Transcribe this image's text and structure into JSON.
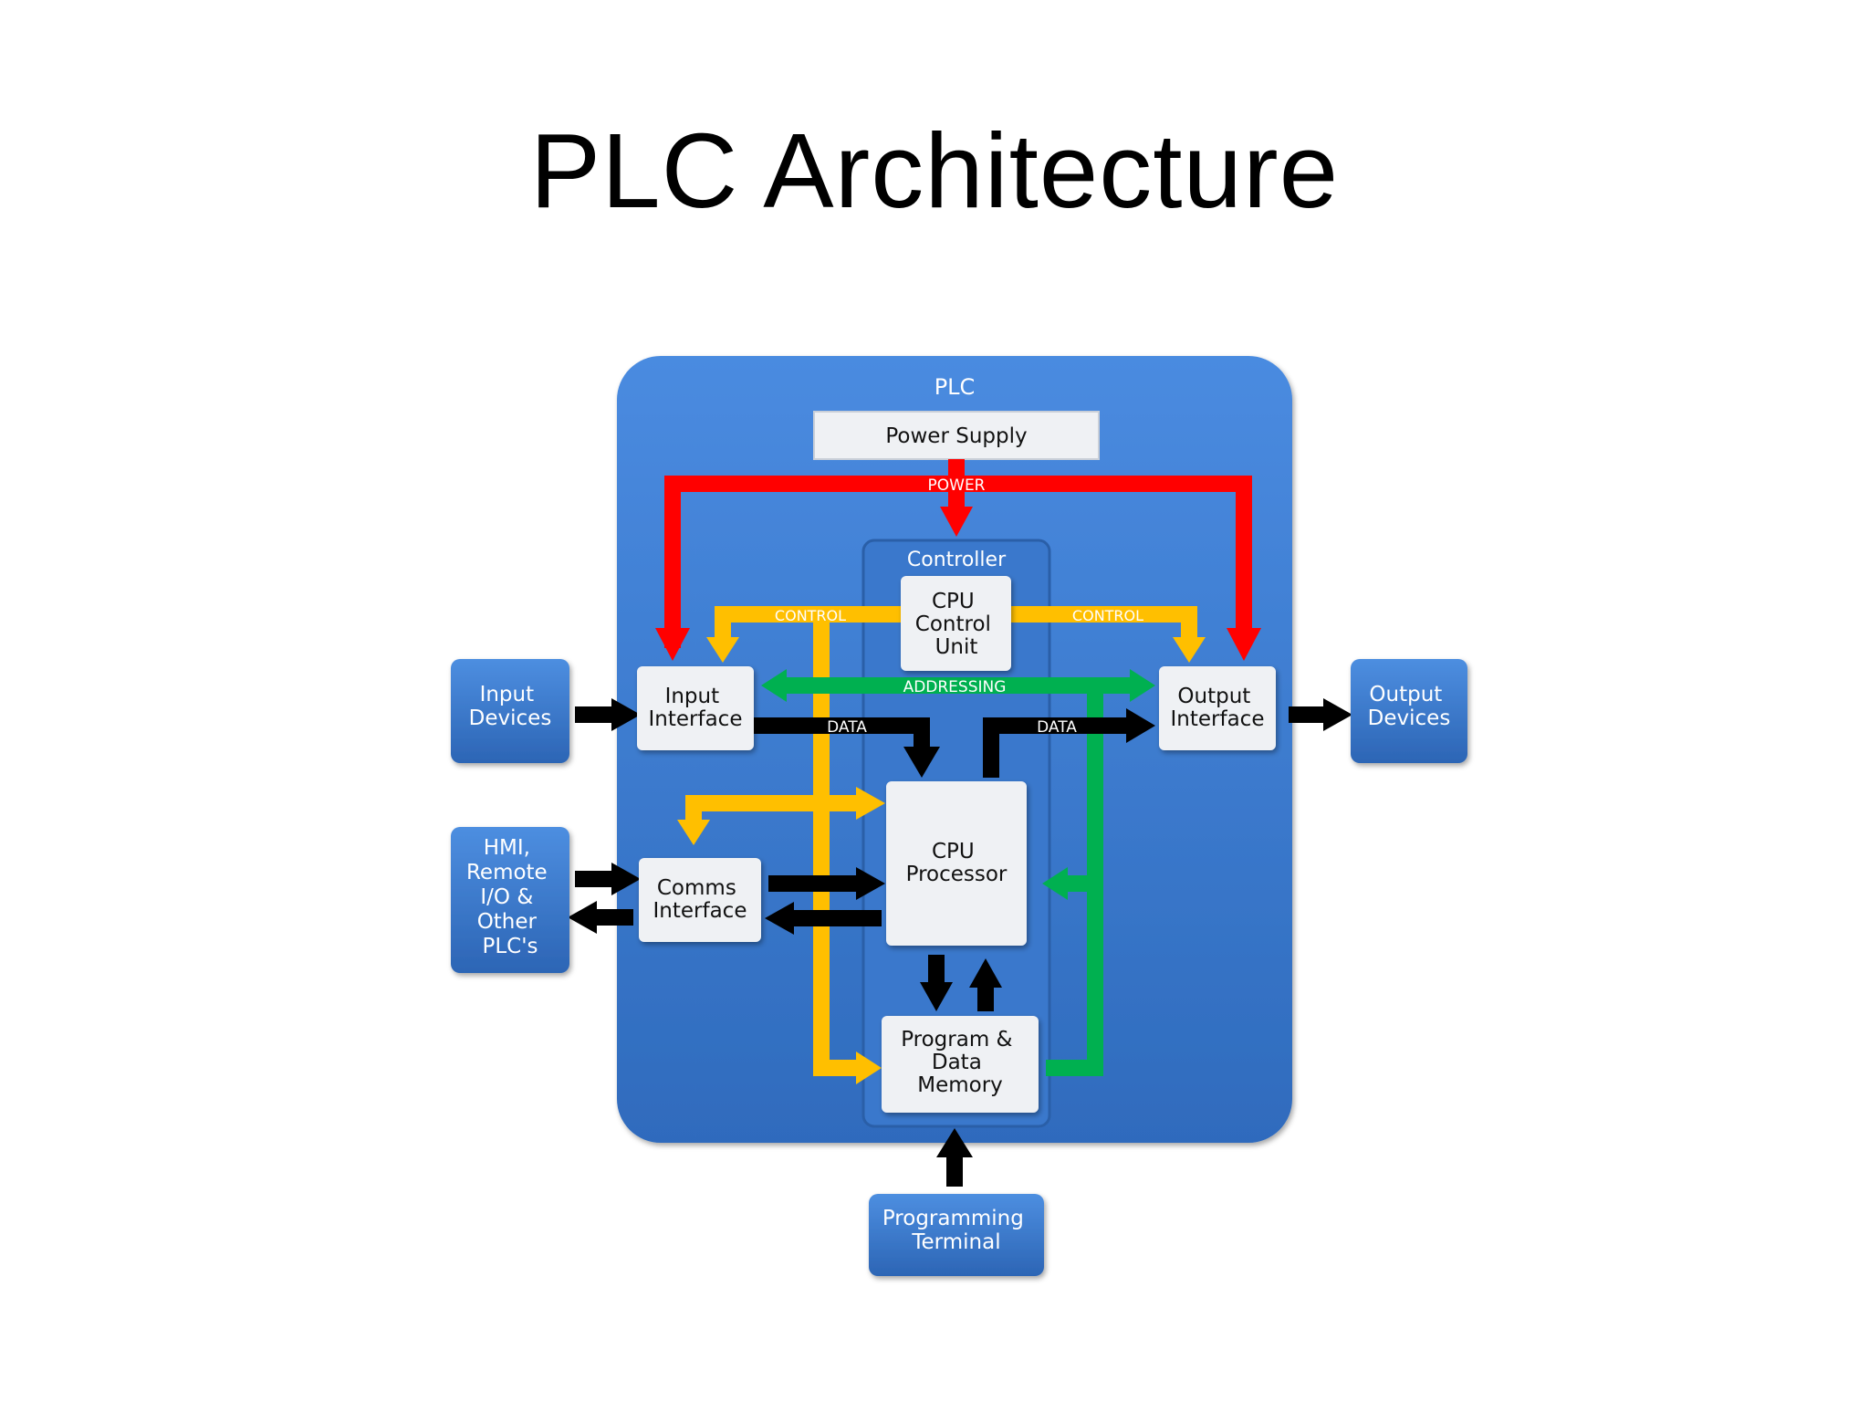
{
  "slide": {
    "title": "PLC Architecture"
  },
  "colors": {
    "plc_fill": "#3d7fd3",
    "box_fill": "#eff1f4",
    "power": "#ff0000",
    "control": "#ffbf00",
    "addressing": "#00b050",
    "data": "#000000"
  },
  "diagram": {
    "plc_label": "PLC",
    "power_supply": "Power Supply",
    "controller_label": "Controller",
    "cpu_control_unit": [
      "CPU",
      "Control",
      "Unit"
    ],
    "cpu_processor": [
      "CPU",
      "Processor"
    ],
    "program_memory": [
      "Program &",
      "Data",
      "Memory"
    ],
    "input_interface": [
      "Input",
      "Interface"
    ],
    "output_interface": [
      "Output",
      "Interface"
    ],
    "comms_interface": [
      "Comms",
      "Interface"
    ],
    "input_devices": [
      "Input",
      "Devices"
    ],
    "output_devices": [
      "Output",
      "Devices"
    ],
    "hmi": [
      "HMI,",
      "Remote",
      "I/O &",
      "Other",
      "PLC's"
    ],
    "programming_terminal": [
      "Programming",
      "Terminal"
    ],
    "power_label": "POWER",
    "control_left_label": "CONTROL",
    "control_right_label": "CONTROL",
    "addressing_label": "ADDRESSING",
    "data_left_label": "DATA",
    "data_right_label": "DATA"
  }
}
